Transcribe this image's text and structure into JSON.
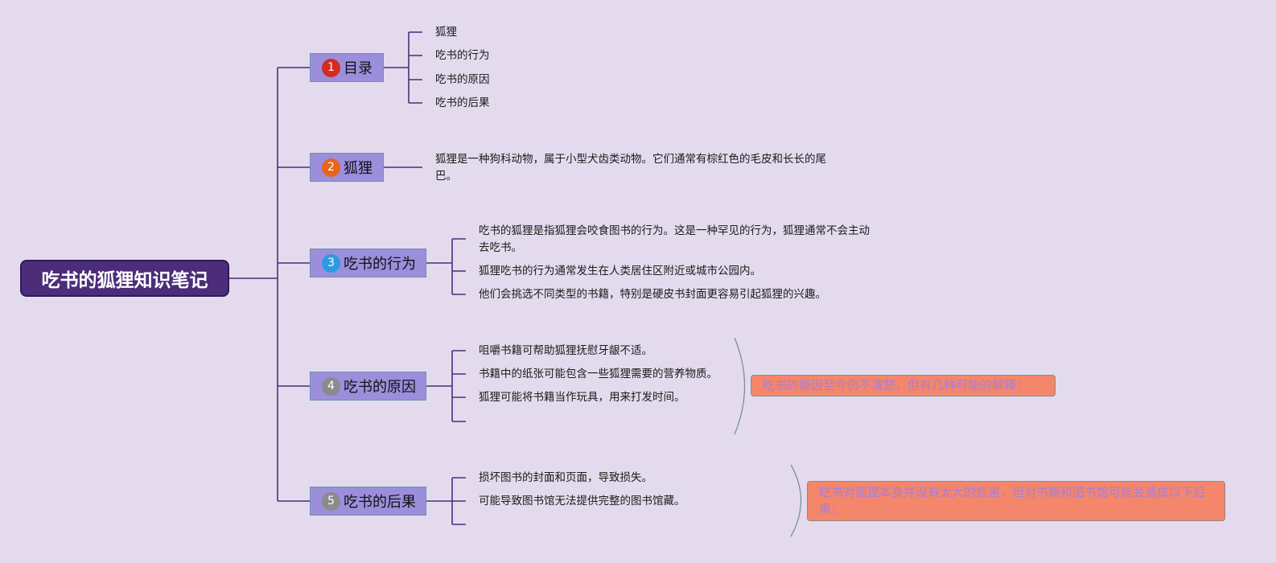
{
  "root": {
    "label": "吃书的狐狸知识笔记"
  },
  "colors": {
    "background": "#e3dbed",
    "root_fill": "#4b2d7a",
    "topic_fill": "#9b8fdc",
    "line": "#4b2d7a",
    "callout_fill": "#f4866b",
    "callout_text": "#a87ed6"
  },
  "topics": [
    {
      "num": "1",
      "label": "目录",
      "badge_color": "#d62a22",
      "children": [
        "狐狸",
        "吃书的行为",
        "吃书的原因",
        "吃书的后果"
      ]
    },
    {
      "num": "2",
      "label": "狐狸",
      "badge_color": "#e8651c",
      "children": [
        "狐狸是一种狗科动物，属于小型犬齿类动物。它们通常有棕红色的毛皮和长长的尾巴。"
      ]
    },
    {
      "num": "3",
      "label": "吃书的行为",
      "badge_color": "#2e9be0",
      "children": [
        "吃书的狐狸是指狐狸会咬食图书的行为。这是一种罕见的行为，狐狸通常不会主动去吃书。",
        "狐狸吃书的行为通常发生在人类居住区附近或城市公园内。",
        "他们会挑选不同类型的书籍，特别是硬皮书封面更容易引起狐狸的兴趣。"
      ]
    },
    {
      "num": "4",
      "label": "吃书的原因",
      "badge_color": "#8b8b8b",
      "children": [
        "咀嚼书籍可帮助狐狸抚慰牙龈不适。",
        "书籍中的纸张可能包含一些狐狸需要的营养物质。",
        "狐狸可能将书籍当作玩具，用来打发时间。",
        ""
      ],
      "summary": "吃书的原因至今仍不清楚，但有几种可能的解释："
    },
    {
      "num": "5",
      "label": "吃书的后果",
      "badge_color": "#8b8b8b",
      "children": [
        "损坏图书的封面和页面，导致损失。",
        "可能导致图书馆无法提供完整的图书馆藏。",
        ""
      ],
      "summary": "吃书对狐狸本身并没有太大的危害，但对书籍和图书馆可能会造成以下后果："
    }
  ]
}
